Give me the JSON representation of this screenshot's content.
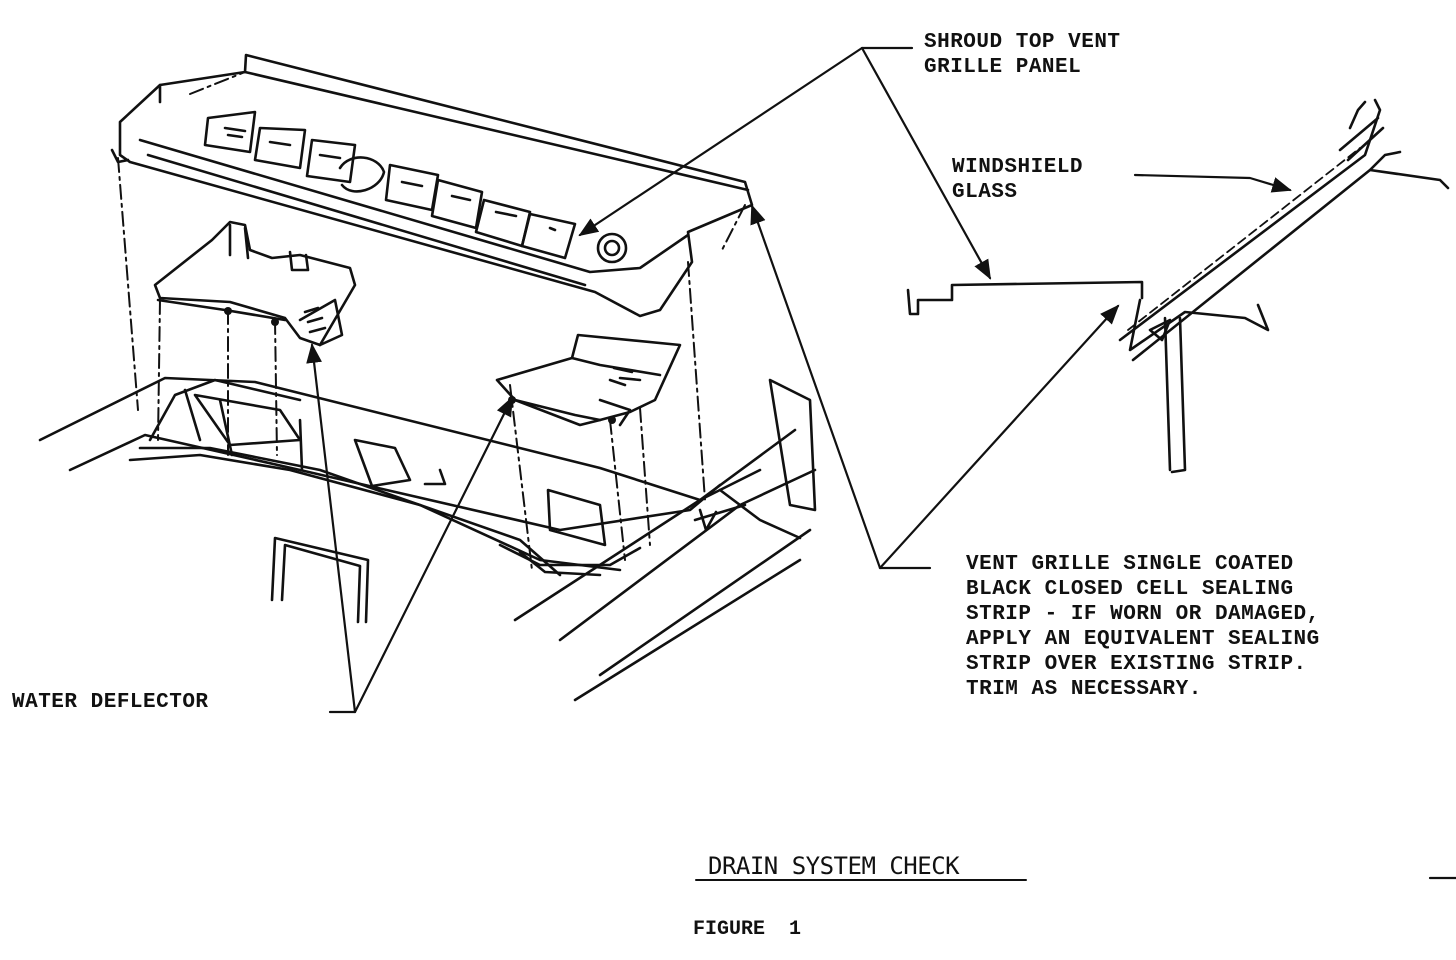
{
  "labels": {
    "shroud_line1": "SHROUD TOP VENT",
    "shroud_line2": "GRILLE PANEL",
    "windshield_line1": "WINDSHIELD",
    "windshield_line2": "GLASS",
    "strip_line1": "VENT GRILLE SINGLE COATED",
    "strip_line2": "BLACK CLOSED CELL SEALING",
    "strip_line3": "STRIP - IF WORN OR DAMAGED,",
    "strip_line4": "APPLY AN EQUIVALENT SEALING",
    "strip_line5": "STRIP OVER EXISTING STRIP.",
    "strip_line6": "TRIM AS NECESSARY.",
    "water_deflector": "WATER DEFLECTOR"
  },
  "caption": {
    "title": "DRAIN SYSTEM CHECK",
    "figure_word": "FIGURE",
    "figure_number": "1"
  }
}
